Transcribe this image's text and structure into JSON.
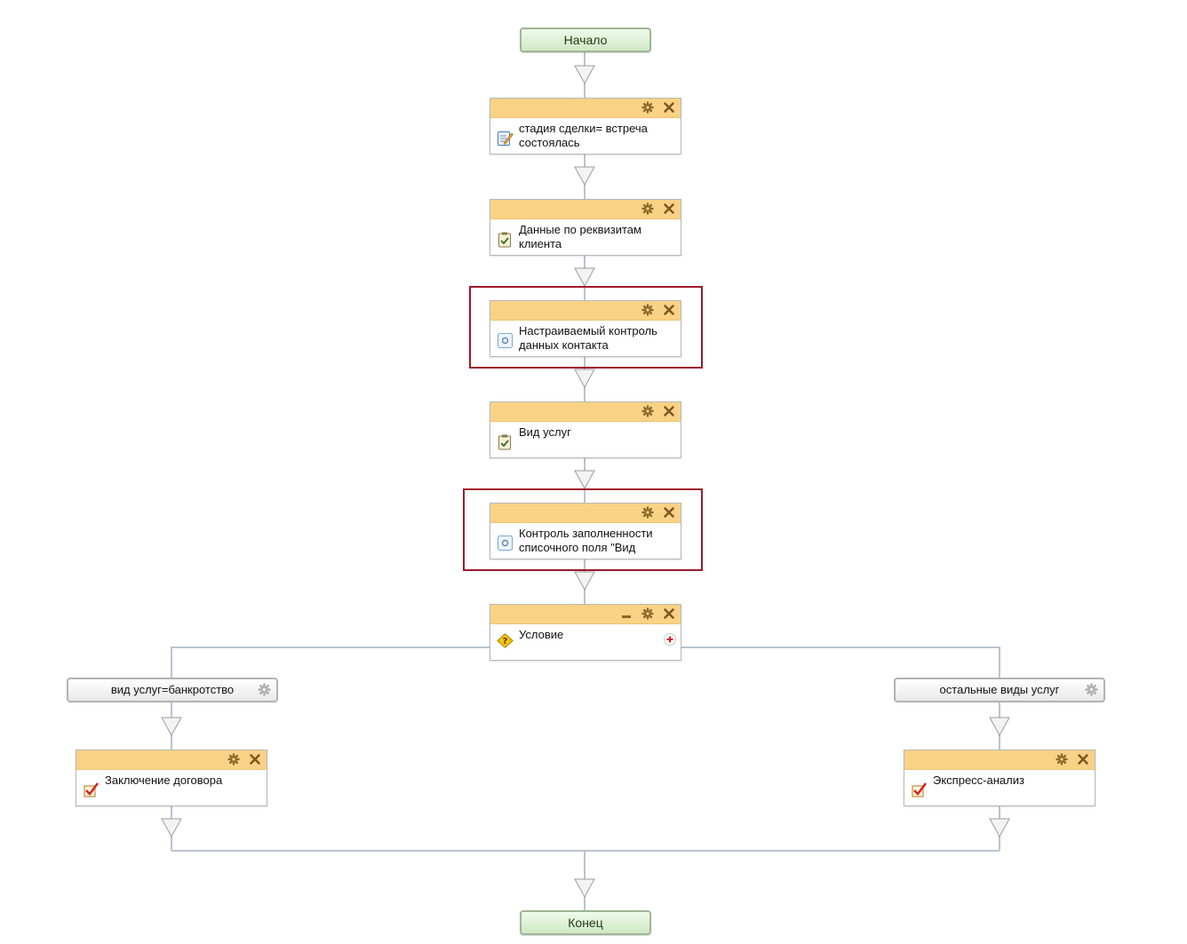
{
  "start": {
    "label": "Начало"
  },
  "end": {
    "label": "Конец"
  },
  "activities": [
    {
      "label": "стадия сделки= встреча состоялась",
      "icon": "edit-document-icon"
    },
    {
      "label": "Данные по реквизитам клиента",
      "icon": "clipboard-check-icon"
    },
    {
      "label": "Настраиваемый контроль данных контакта",
      "icon": "custom-activity-icon",
      "highlighted": true
    },
    {
      "label": "Вид услуг",
      "icon": "clipboard-check-icon"
    },
    {
      "label": "Контроль заполненности списочного поля \"Вид",
      "icon": "custom-activity-icon",
      "highlighted": true
    }
  ],
  "condition": {
    "label": "Условие",
    "icon": "condition-question-icon"
  },
  "branches": [
    {
      "condition_label": "вид услуг=банкротство",
      "activity": {
        "label": "Заключение договора",
        "icon": "task-checkbox-icon"
      }
    },
    {
      "condition_label": "остальные виды услуг",
      "activity": {
        "label": "Экспресс-анализ",
        "icon": "task-checkbox-icon"
      }
    }
  ],
  "colors": {
    "header": "#f9d286",
    "connector": "#b7c4d4",
    "terminal_border": "#9fb596",
    "highlight": "#a0172a"
  }
}
